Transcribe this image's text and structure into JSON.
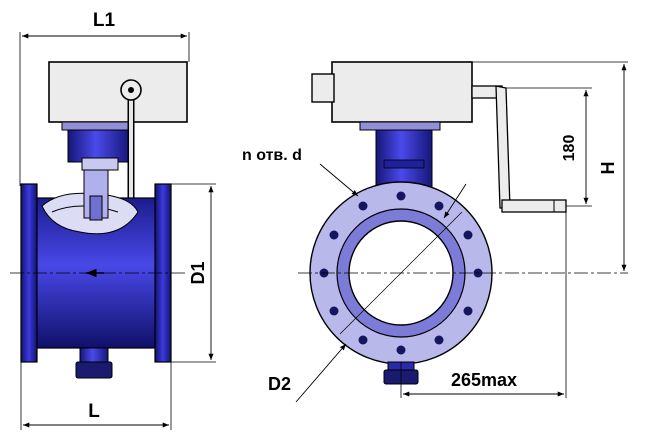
{
  "labels": {
    "l1": "L1",
    "l": "L",
    "d1": "D1",
    "holes": "n отв. d",
    "d2": "D2",
    "reach": "265max",
    "h180": "180",
    "h": "H"
  },
  "colors": {
    "body_blue": "#3030d8",
    "body_dark": "#15156a",
    "flange_light": "#b8b8ea",
    "face_blue": "#7878d8",
    "bolt": "#151560",
    "line": "#000000",
    "paper": "#ffffff"
  }
}
